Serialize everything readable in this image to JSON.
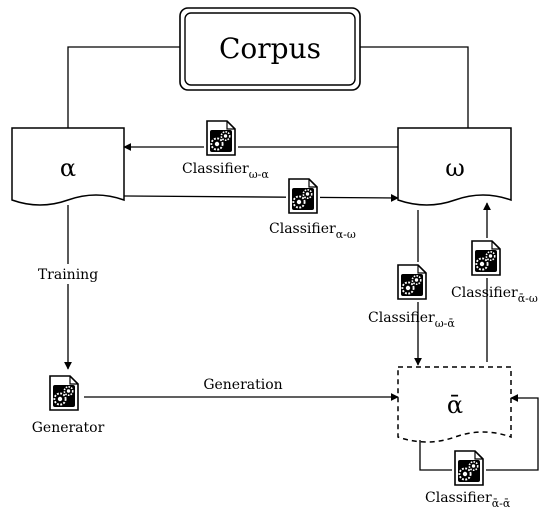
{
  "corpus": {
    "label": "Corpus"
  },
  "alpha": {
    "label": "α"
  },
  "omega": {
    "label": "ω"
  },
  "alpha_bar": {
    "label": "ᾱ"
  },
  "edges": {
    "training": "Training",
    "generation": "Generation"
  },
  "classifiers": {
    "omega_alpha": {
      "base": "Classifier",
      "sub": "ω-α"
    },
    "alpha_omega": {
      "base": "Classifier",
      "sub": "α-ω"
    },
    "omega_alphabar": {
      "base": "Classifier",
      "sub": "ω-ᾱ"
    },
    "alphabar_omega": {
      "base": "Classifier",
      "sub": "ᾱ-ω"
    },
    "alphabar_alphabar": {
      "base": "Classifier",
      "sub": "ᾱ-ᾱ"
    }
  },
  "generator": {
    "label": "Generator"
  },
  "icons": {
    "classifier": "gears-document-icon",
    "generator": "gears-document-icon"
  }
}
